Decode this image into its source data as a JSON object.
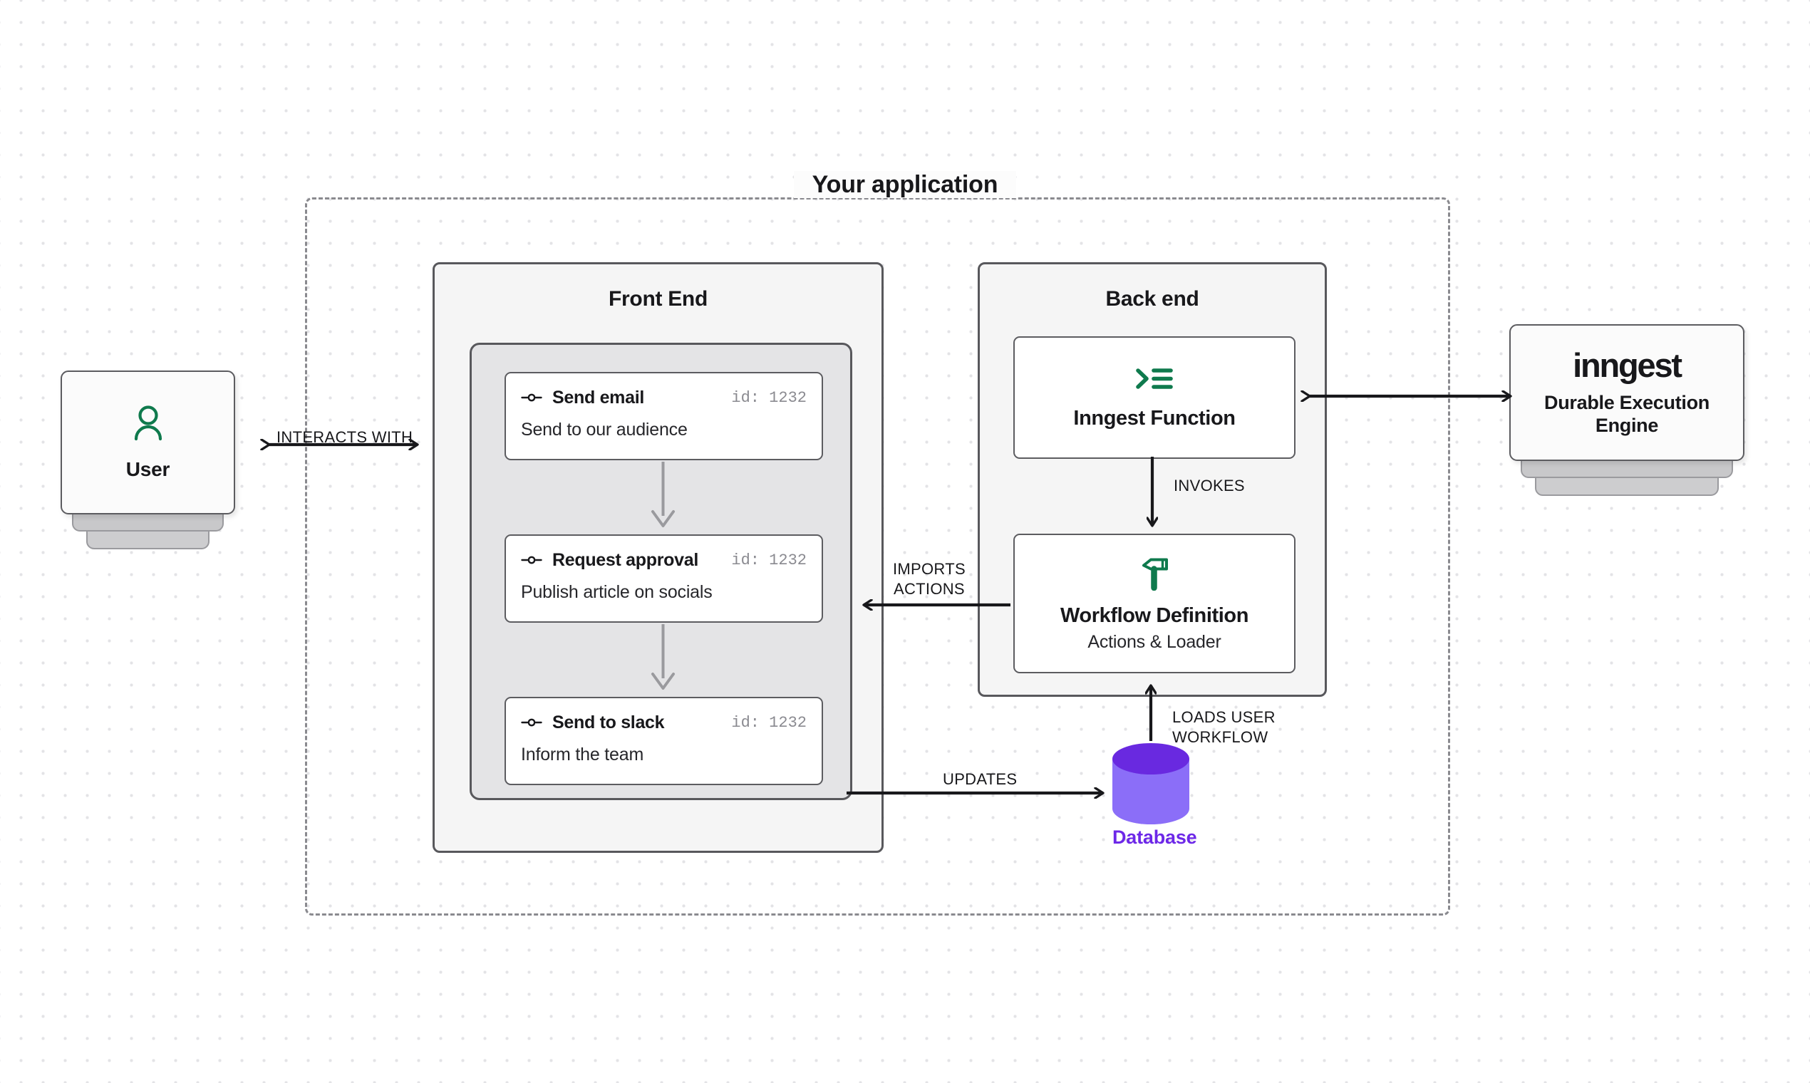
{
  "boundary": {
    "title": "Your application"
  },
  "actors": {
    "user": {
      "label": "User",
      "icon": "user-icon"
    },
    "inngest": {
      "wordmark": "inngest",
      "subtitle": "Durable Execution\nEngine"
    }
  },
  "frontend": {
    "title": "Front End",
    "steps": [
      {
        "icon": "node-icon",
        "title": "Send email",
        "id_label": "id: 1232",
        "description": "Send to our audience"
      },
      {
        "icon": "node-icon",
        "title": "Request approval",
        "id_label": "id: 1232",
        "description": "Publish article on socials"
      },
      {
        "icon": "node-icon",
        "title": "Send to slack",
        "id_label": "id: 1232",
        "description": "Inform the team"
      }
    ]
  },
  "backend": {
    "title": "Back end",
    "boxes": [
      {
        "icon": "terminal-list-icon",
        "title": "Inngest Function",
        "subtitle": ""
      },
      {
        "icon": "hammer-icon",
        "title": "Workflow Definition",
        "subtitle": "Actions & Loader"
      }
    ]
  },
  "database": {
    "label": "Database",
    "icon": "database-cylinder-icon"
  },
  "edges": {
    "interacts_with": "INTERACTS WITH",
    "invokes": "INVOKES",
    "imports_actions": "IMPORTS\nACTIONS",
    "updates": "UPDATES",
    "loads_user_workflow": "LOADS USER\nWORKFLOW"
  },
  "colors": {
    "accent_green": "#0f7a4d",
    "database_purple": "#8b6ef8",
    "database_purple_dark": "#6929e0",
    "database_label": "#6d28e8",
    "stroke": "#18181b",
    "panel_bg": "#f5f5f5",
    "inner_bg": "#e4e4e6",
    "dot_grid": "#e3e3e6"
  }
}
